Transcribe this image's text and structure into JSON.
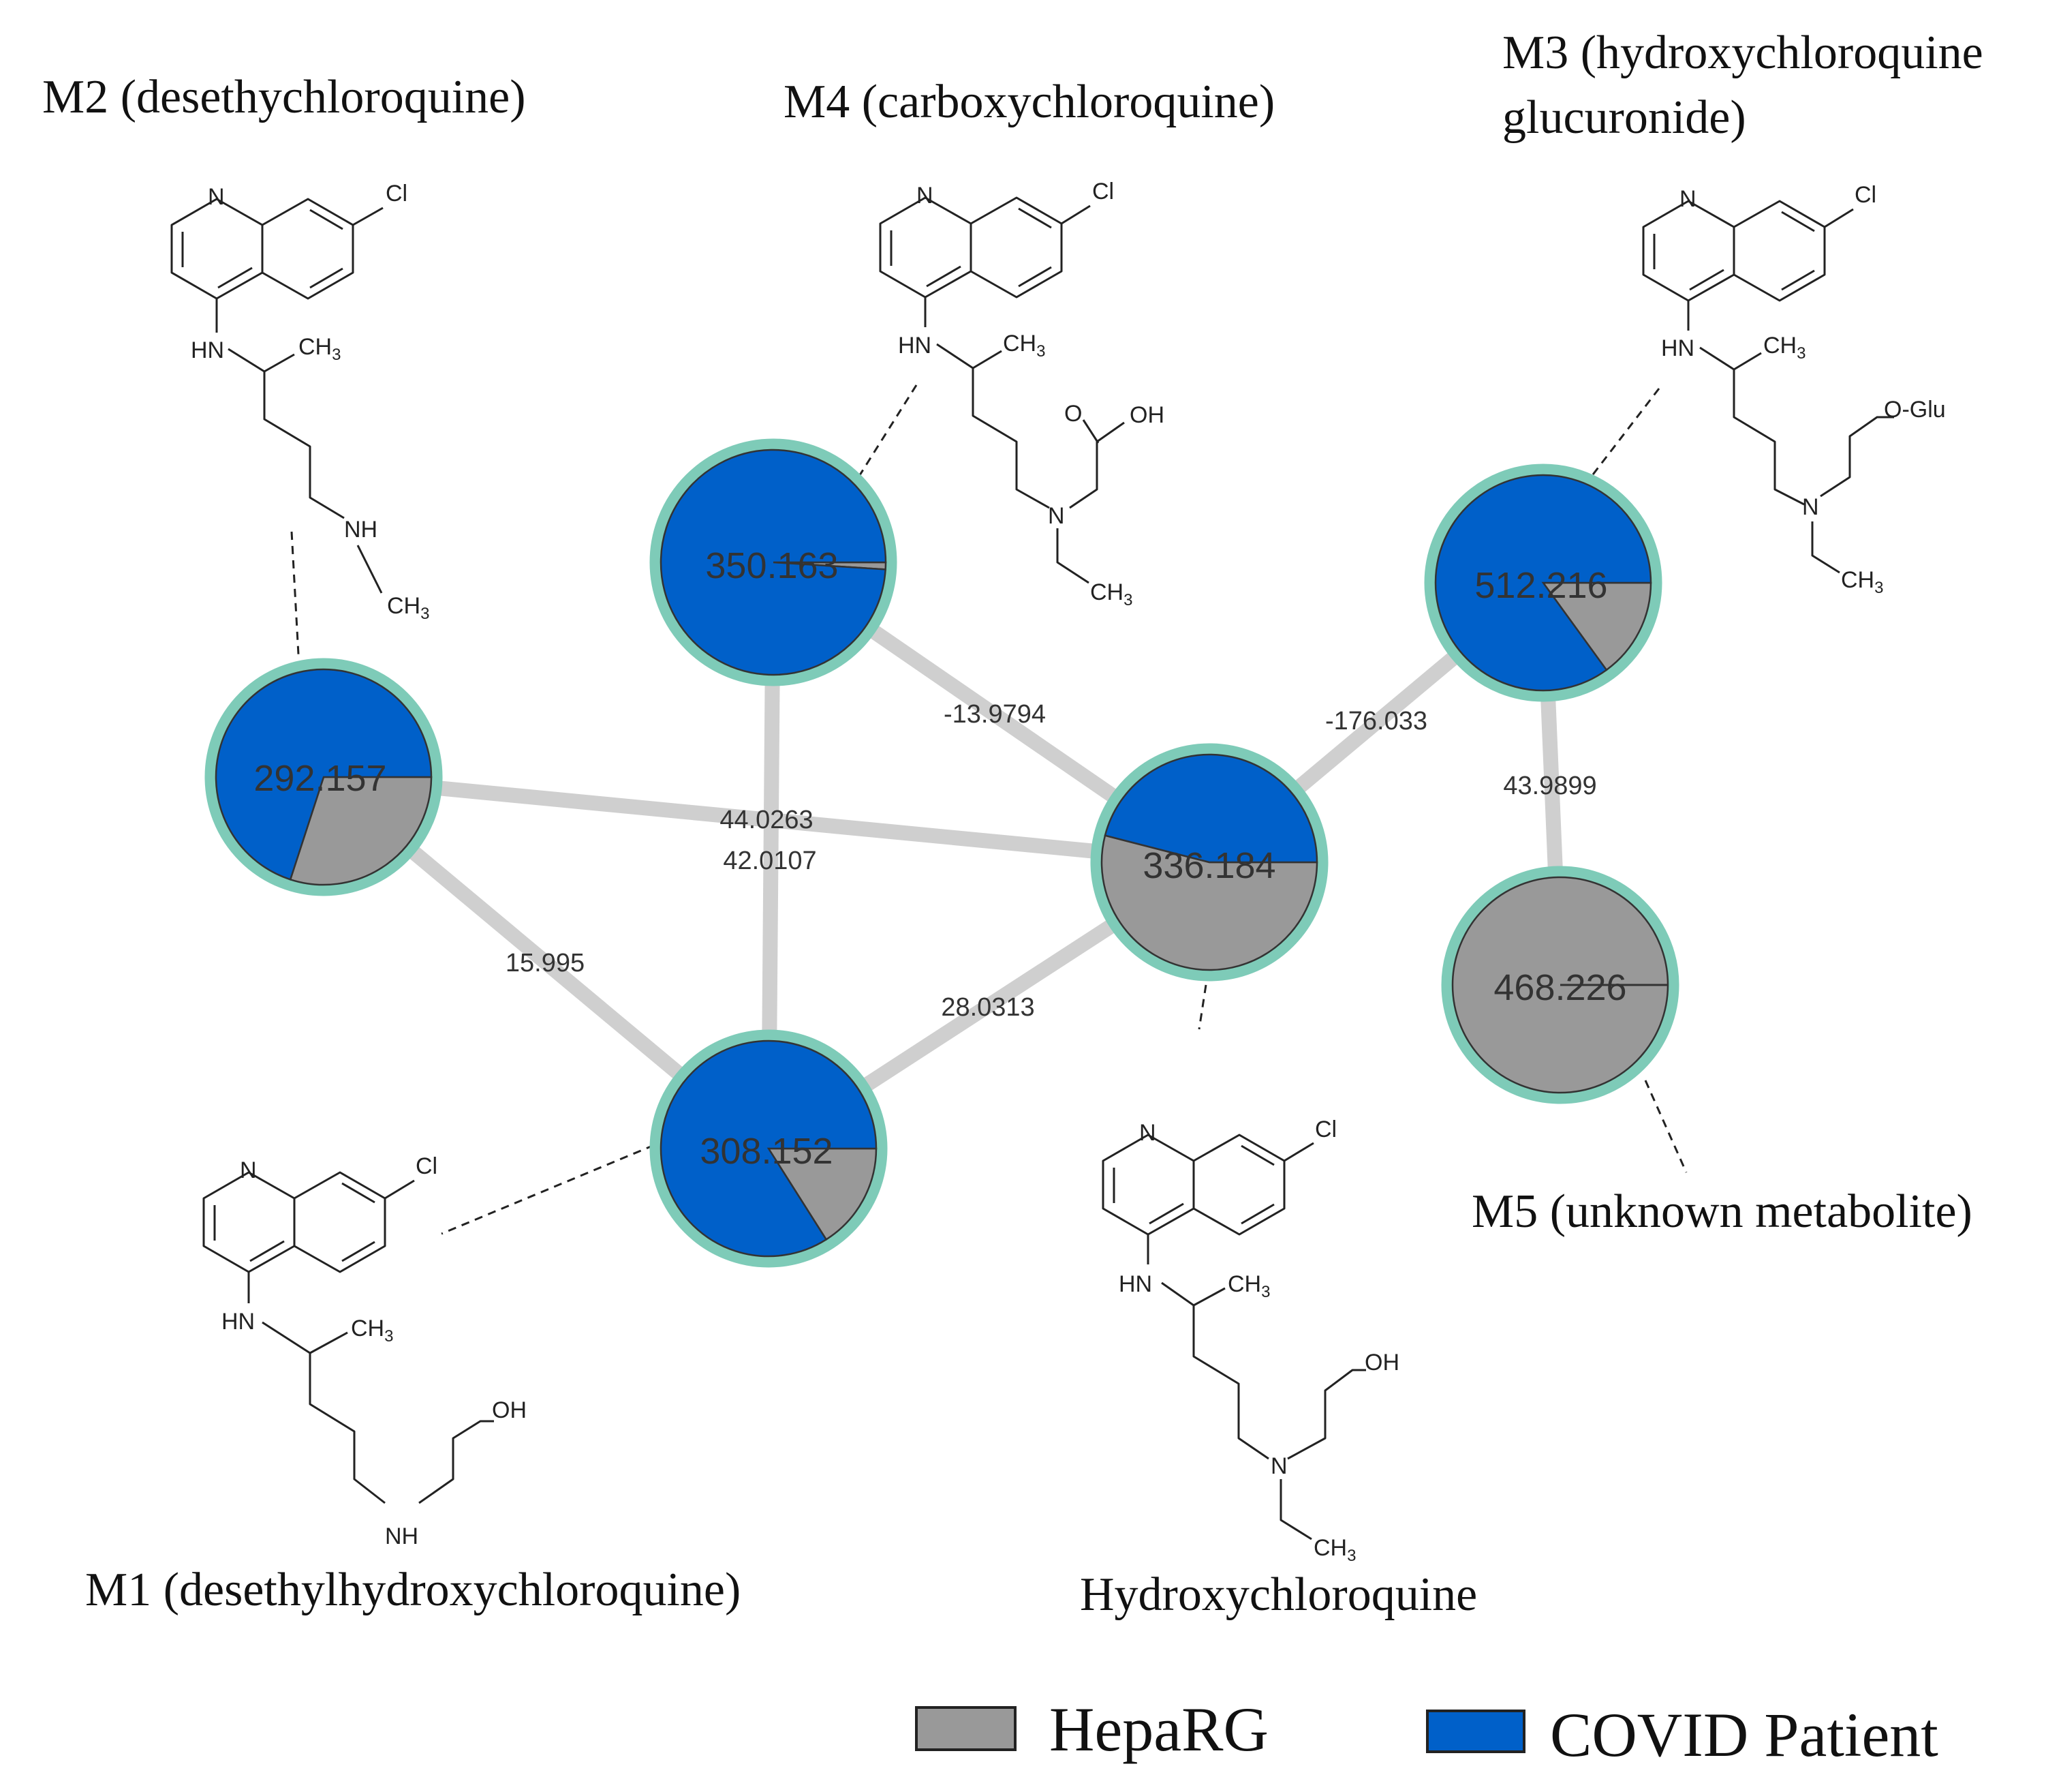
{
  "colors": {
    "heparg": "#999999",
    "covid": "#0060c9",
    "edge": "#cfcfcf",
    "ring": "#7ecbb8"
  },
  "compounds": {
    "m2": "M2 (desethychloroquine)",
    "m4": "M4 (carboxychloroquine)",
    "m3_line1": "M3 (hydroxychloroquine",
    "m3_line2": "glucuronide)",
    "m1": "M1 (desethylhydroxychloroquine)",
    "hcq": "Hydroxychloroquine",
    "m5": "M5 (unknown metabolite)"
  },
  "atoms": {
    "n": "N",
    "cl": "Cl",
    "hn": "HN",
    "nh": "NH",
    "ch": "CH",
    "three": "3",
    "oh": "OH",
    "o": "O",
    "oglu": "O-Glu"
  },
  "nodes": [
    {
      "id": "m2",
      "label": "292.157",
      "heparg": 0.3,
      "covid": 0.7
    },
    {
      "id": "m4",
      "label": "350.163",
      "heparg": 0.01,
      "covid": 0.99
    },
    {
      "id": "m3",
      "label": "512.216",
      "heparg": 0.15,
      "covid": 0.85
    },
    {
      "id": "hcq",
      "label": "336.184",
      "heparg": 0.54,
      "covid": 0.46
    },
    {
      "id": "m1",
      "label": "308.152",
      "heparg": 0.16,
      "covid": 0.84
    },
    {
      "id": "m5",
      "label": "468.226",
      "heparg": 1.0,
      "covid": 0.0
    }
  ],
  "edges": [
    {
      "from": "m2",
      "to": "hcq",
      "label": "44.0263"
    },
    {
      "from": "m4",
      "to": "m1",
      "label": "42.0107"
    },
    {
      "from": "m4",
      "to": "hcq",
      "label": "-13.9794"
    },
    {
      "from": "hcq",
      "to": "m3",
      "label": "-176.033"
    },
    {
      "from": "m3",
      "to": "m5",
      "label": "43.9899"
    },
    {
      "from": "m2",
      "to": "m1",
      "label": "15.995"
    },
    {
      "from": "m1",
      "to": "hcq",
      "label": "28.0313"
    }
  ],
  "legend": {
    "heparg": "HepaRG",
    "covid": "COVID Patient"
  }
}
